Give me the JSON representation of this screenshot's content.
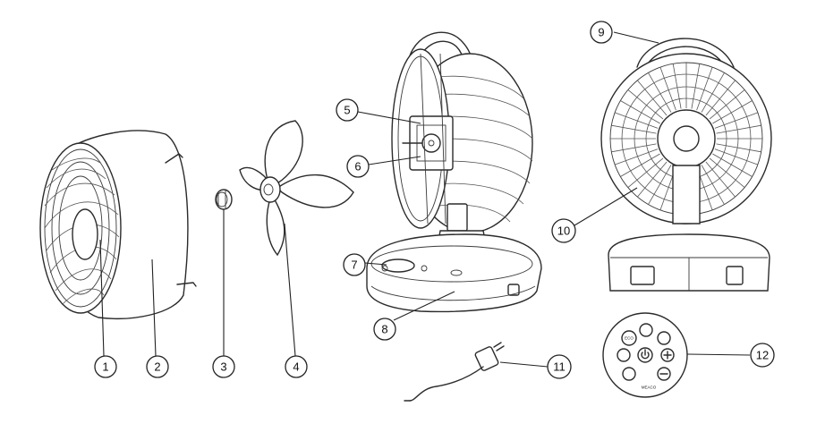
{
  "callouts": [
    {
      "id": "1",
      "label": "1"
    },
    {
      "id": "2",
      "label": "2"
    },
    {
      "id": "3",
      "label": "3"
    },
    {
      "id": "4",
      "label": "4"
    },
    {
      "id": "5",
      "label": "5"
    },
    {
      "id": "6",
      "label": "6"
    },
    {
      "id": "7",
      "label": "7"
    },
    {
      "id": "8",
      "label": "8"
    },
    {
      "id": "9",
      "label": "9"
    },
    {
      "id": "10",
      "label": "10"
    },
    {
      "id": "11",
      "label": "11"
    },
    {
      "id": "12",
      "label": "12"
    }
  ],
  "remote_buttons": {
    "eco": "ECO",
    "brand": "MEACO"
  }
}
